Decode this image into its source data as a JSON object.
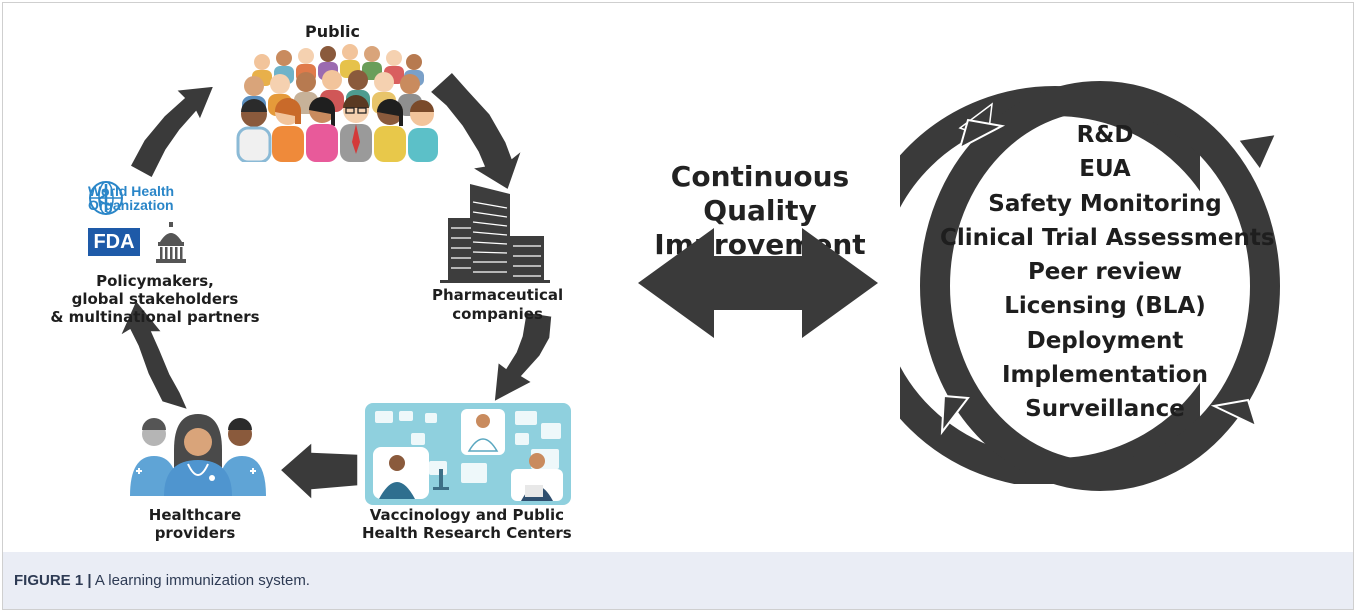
{
  "left_cycle": {
    "public_label": "Public",
    "pharma_label": [
      "Pharmaceutical",
      "companies"
    ],
    "research_label": [
      "Vaccinology and Public",
      "Health Research Centers"
    ],
    "healthcare_label": [
      "Healthcare",
      "providers"
    ],
    "policy_label": [
      "Policymakers,",
      "global stakeholders",
      "& multinational partners"
    ],
    "who_logo_text": [
      "World Health",
      "Organization"
    ],
    "fda_logo_text": "FDA"
  },
  "center": {
    "title": [
      "Continuous Quality",
      "Improvement"
    ]
  },
  "right_cycle": {
    "items": [
      "R&D",
      "EUA",
      "Safety Monitoring",
      "Clinical Trial Assessments",
      "Peer review",
      "Licensing (BLA)",
      "Deployment",
      "Implementation",
      "Surveillance"
    ]
  },
  "caption": {
    "label": "FIGURE 1 |",
    "text": " A learning immunization system."
  },
  "colors": {
    "arrow": "#3a3a3a",
    "caption_band": "#eaedf5",
    "who_blue": "#2a86c8",
    "fda_blue": "#1e5aa8",
    "research_panel": "#8fd0de"
  },
  "icons": [
    "people-crowd-icon",
    "office-building-icon",
    "research-panel-icon",
    "healthcare-workers-icon",
    "who-emblem-icon",
    "capitol-building-icon"
  ]
}
